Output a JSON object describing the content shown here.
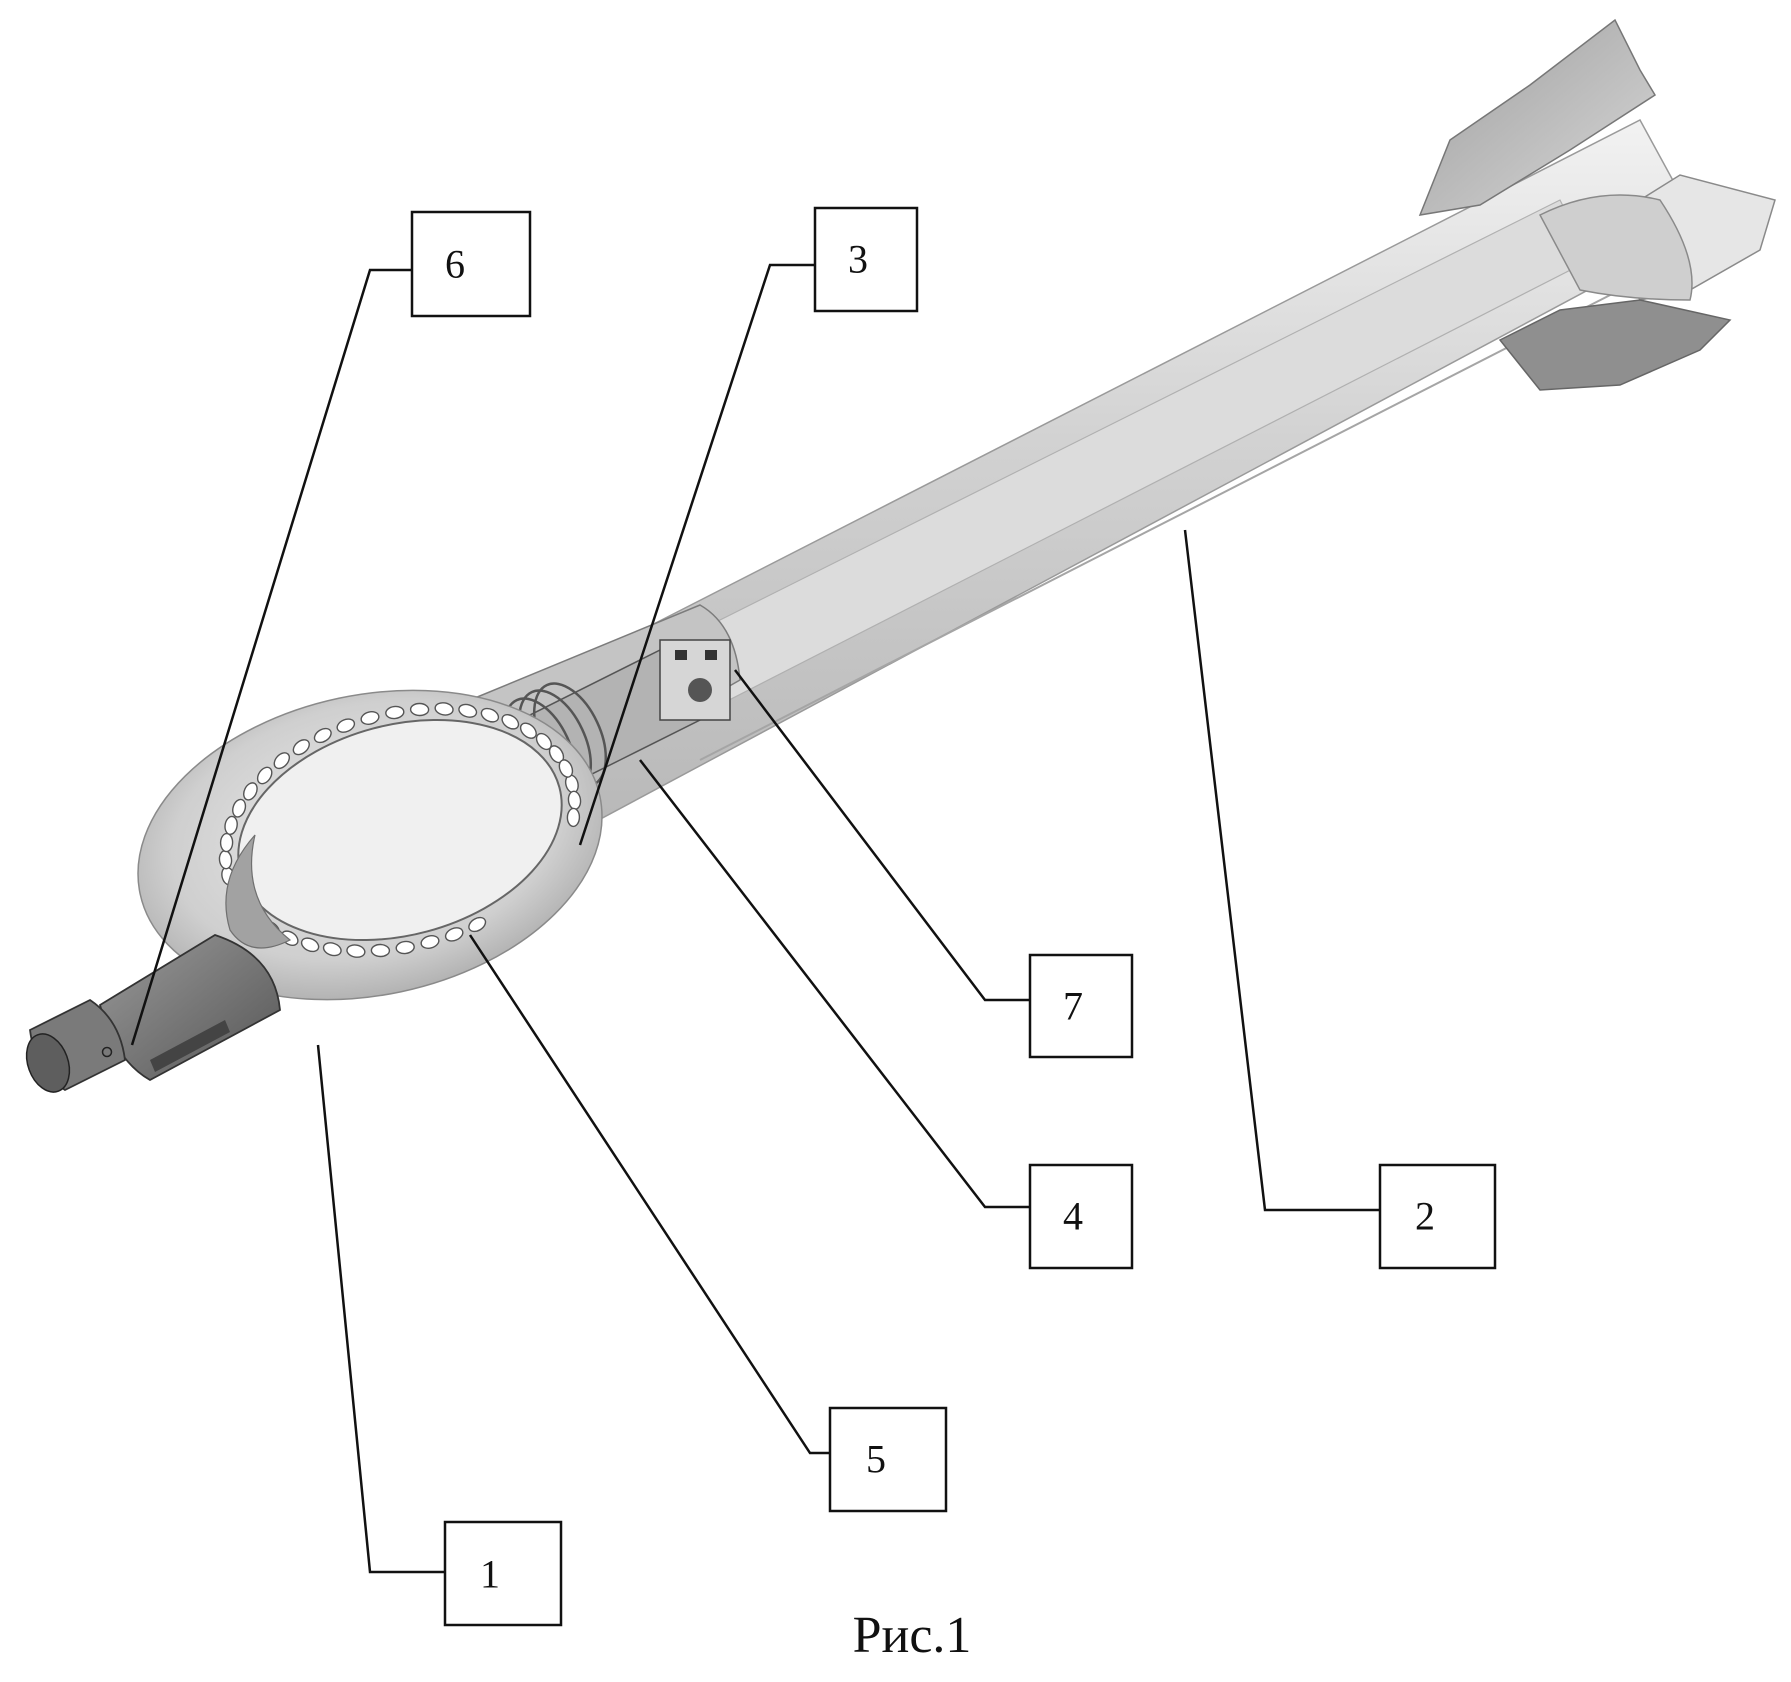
{
  "figure": {
    "caption": "Рис.1",
    "colors": {
      "body_light": "#e4e4e4",
      "body_mid": "#c8c8c8",
      "body_dark": "#8f8f8f",
      "nose_dark": "#6a6a6a",
      "outline": "#222222"
    },
    "callouts": [
      {
        "id": "c1",
        "label": "1"
      },
      {
        "id": "c2",
        "label": "2"
      },
      {
        "id": "c3",
        "label": "3"
      },
      {
        "id": "c4",
        "label": "4"
      },
      {
        "id": "c5",
        "label": "5"
      },
      {
        "id": "c6",
        "label": "6"
      },
      {
        "id": "c7",
        "label": "7"
      }
    ]
  }
}
